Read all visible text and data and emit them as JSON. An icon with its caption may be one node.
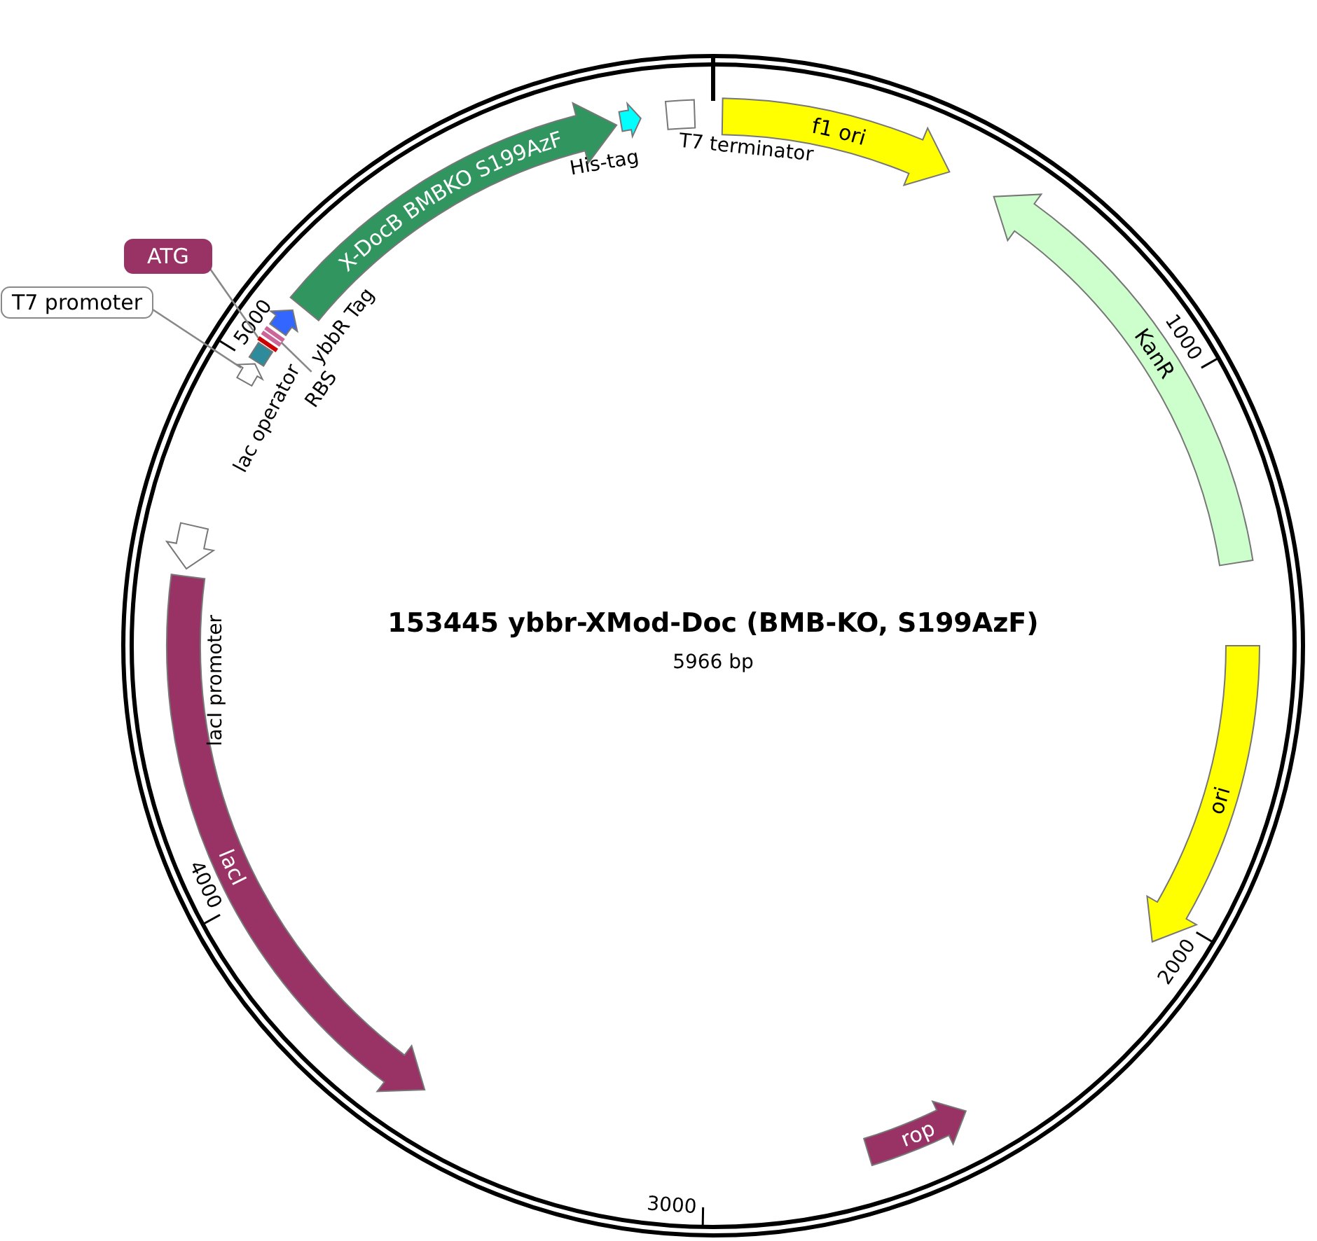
{
  "diagram": {
    "title": "153445 ybbr-XMod-Doc (BMB-KO, S199AzF)",
    "caption": "5966 bp",
    "nodes": [
      {
        "text": [
          "X-DocB BMBKO S199AzF"
        ]
      },
      {
        "text": [
          "His-tag"
        ]
      },
      {
        "text": [
          "T7 terminator"
        ]
      },
      {
        "text": [
          "f1 ori"
        ]
      },
      {
        "text": [
          "KanR"
        ]
      },
      {
        "text": [
          "ori"
        ]
      },
      {
        "text": [
          "rop"
        ]
      },
      {
        "text": [
          "lacI"
        ]
      },
      {
        "text": [
          "lacI promoter"
        ]
      },
      {
        "text": [
          "lac operator"
        ]
      },
      {
        "text": [
          "ybbR Tag"
        ]
      },
      {
        "text": [
          "RBS"
        ]
      },
      {
        "text": [],
        "shape": "bar"
      },
      {
        "text": [
          "ATG"
        ]
      },
      {
        "text": [],
        "shape": "bar"
      },
      {
        "text": [
          "T7 promoter"
        ]
      },
      {
        "text": [],
        "shape": "arrow"
      }
    ],
    "edges": [
      {
        "from": 11,
        "to": 12,
        "arrow": "none"
      },
      {
        "from": 13,
        "to": 14,
        "arrow": "none"
      },
      {
        "from": 15,
        "to": 16,
        "arrow": "none"
      }
    ],
    "labels": [
      "1000",
      "2000",
      "3000",
      "4000",
      "5000"
    ]
  }
}
